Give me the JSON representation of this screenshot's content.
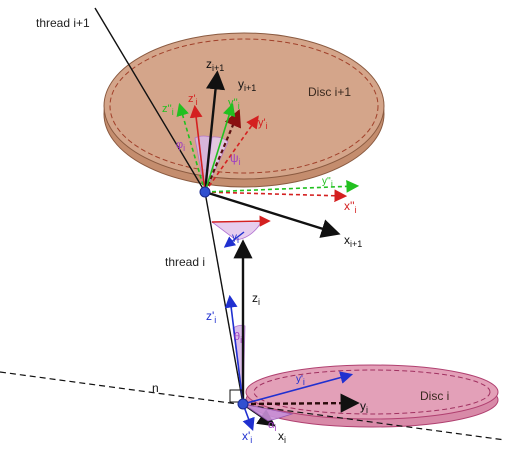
{
  "labels": {
    "thread_upper": "thread i+1",
    "thread_lower": "thread i",
    "disc_upper": "Disc i+1",
    "disc_lower": "Disc i",
    "z_upper": "z",
    "z_upper_sub": "i+1",
    "y_upper": "y",
    "y_upper_sub": "i+1",
    "x_upper": "x",
    "x_upper_sub": "i+1",
    "z_prime_upper": "z'",
    "z_prime_upper_sub": "i",
    "z_dprime_upper": "z''",
    "z_dprime_upper_sub": "i",
    "y_dprime_upper": "y''",
    "y_dprime_upper_sub": "i",
    "y_prime_upper": "y'",
    "y_prime_upper_sub": "i",
    "x_dprime_upper": "x''",
    "x_dprime_upper_sub": "i",
    "y_dprime_green": "y''",
    "y_dprime_green_sub": "i",
    "psi": "ψ",
    "psi_sub": "i",
    "phi": "φ",
    "phi_sub": "i",
    "gamma": "γ",
    "gamma_sub": "i",
    "z_lower": "z",
    "z_lower_sub": "i",
    "z_prime_lower": "z'",
    "z_prime_lower_sub": "i",
    "theta": "θ",
    "theta_sub": "i",
    "n_label": "n",
    "y_lower": "y",
    "y_lower_sub": "i",
    "y_prime_lower": "y'",
    "y_prime_lower_sub": "i",
    "x_prime_lower": "x'",
    "x_prime_lower_sub": "i",
    "x_lower": "x",
    "x_lower_sub": "i",
    "alpha": "α",
    "alpha_sub": "i"
  },
  "colors": {
    "disc_upper_fill": "#d4a58a",
    "disc_upper_edge": "#b87a5a",
    "disc_upper_rim": "#c48d6e",
    "disc_lower_fill": "#e3a0b8",
    "disc_lower_edge": "#c2577f",
    "axis_black": "#111111",
    "axis_red": "#d42020",
    "axis_green": "#22c020",
    "axis_blue": "#2030d0",
    "angle_purple": "#b070d0",
    "angle_fill": "#d8b8e8",
    "node_blue": "#3050d0"
  }
}
